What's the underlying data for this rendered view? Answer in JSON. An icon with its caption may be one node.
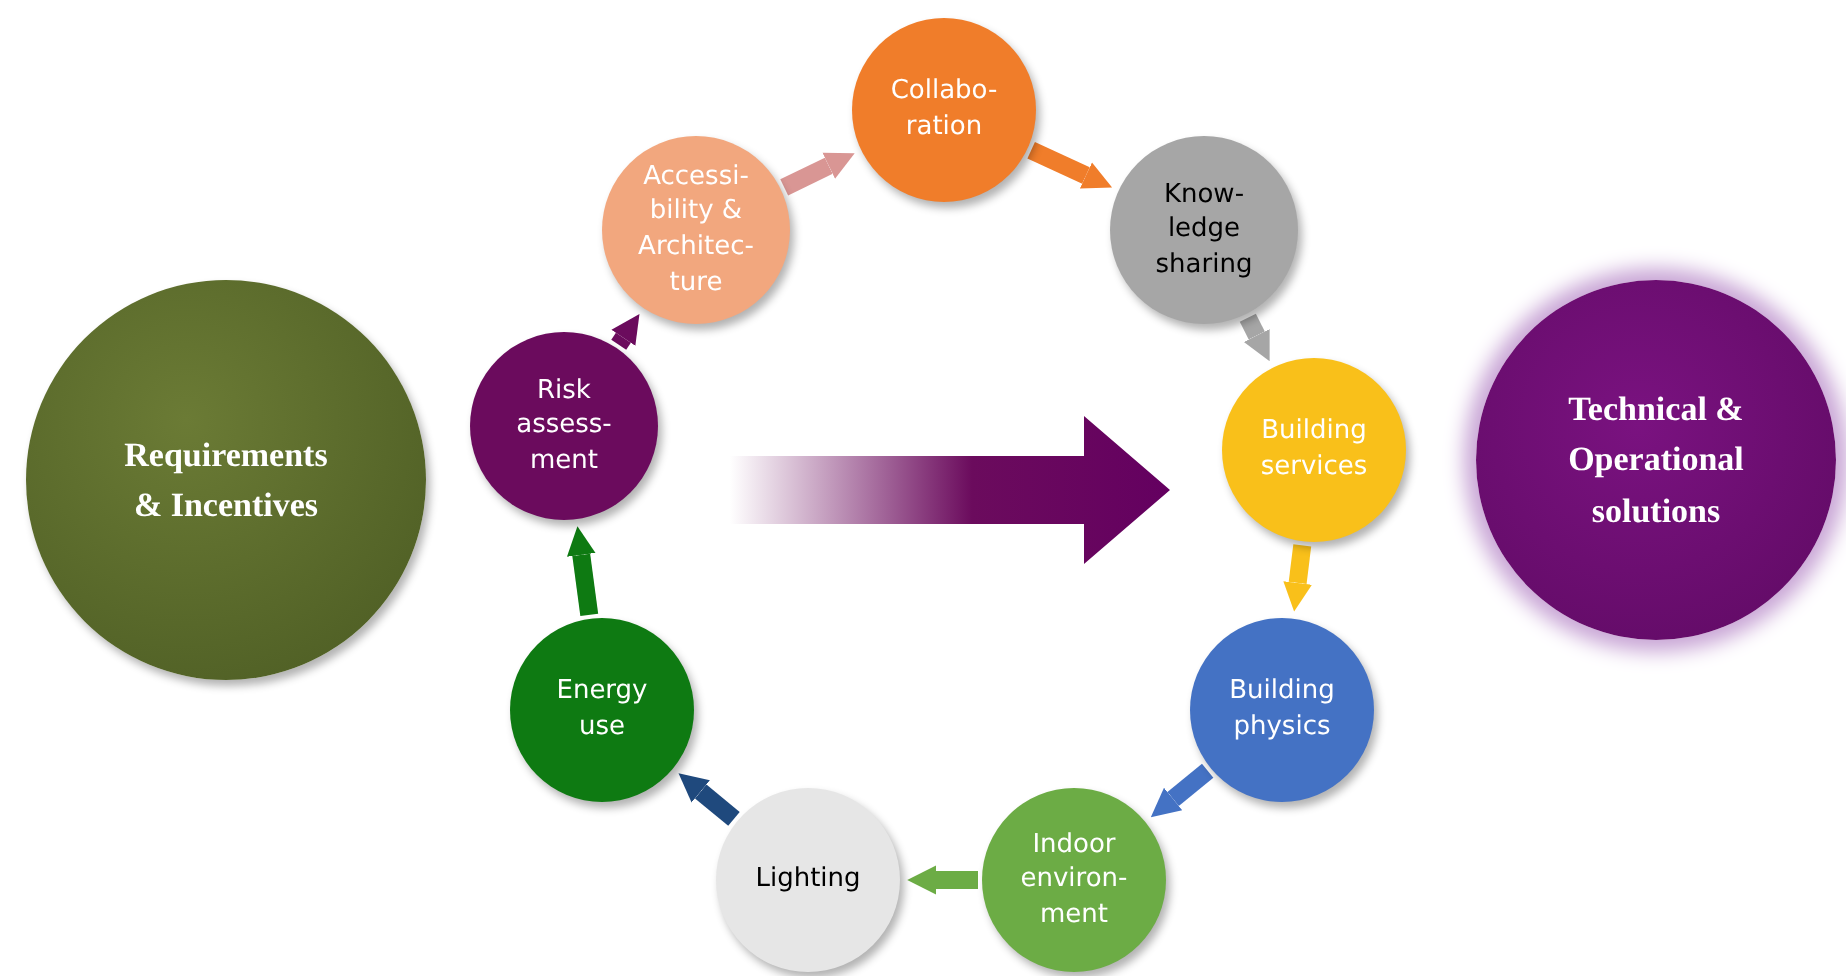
{
  "diagram": {
    "nodes": [
      {
        "text": [
          "Requirements & Incentives"
        ]
      },
      {
        "text": [
          "Risk assess- ment"
        ]
      },
      {
        "text": [
          "Accessi- bility & Architec- ture"
        ]
      },
      {
        "text": [
          "Collabo- ration"
        ]
      },
      {
        "text": [
          "Know- ledge sharing"
        ]
      },
      {
        "text": [
          "Building services"
        ]
      },
      {
        "text": [
          "Building physics"
        ]
      },
      {
        "text": [
          "Indoor environ- ment"
        ]
      },
      {
        "text": [
          "Lighting"
        ]
      },
      {
        "text": [
          "Energy use"
        ]
      },
      {
        "text": [
          "Technical & Operational solutions"
        ]
      }
    ],
    "edges": [
      {
        "from": 1,
        "to": 2,
        "arrow": "to",
        "color": "#6b0b5d"
      },
      {
        "from": 2,
        "to": 3,
        "arrow": "to",
        "color": "#d99694"
      },
      {
        "from": 3,
        "to": 4,
        "arrow": "to",
        "color": "#f07d2a"
      },
      {
        "from": 4,
        "to": 5,
        "arrow": "to",
        "color": "#a6a6a6"
      },
      {
        "from": 5,
        "to": 6,
        "arrow": "to",
        "color": "#f9c01a"
      },
      {
        "from": 6,
        "to": 7,
        "arrow": "to",
        "color": "#4472c4"
      },
      {
        "from": 7,
        "to": 8,
        "arrow": "to",
        "color": "#6cac45"
      },
      {
        "from": 8,
        "to": 9,
        "arrow": "to",
        "color": "#1f497d"
      },
      {
        "from": 9,
        "to": 1,
        "arrow": "to",
        "color": "#0e7a12"
      }
    ]
  }
}
